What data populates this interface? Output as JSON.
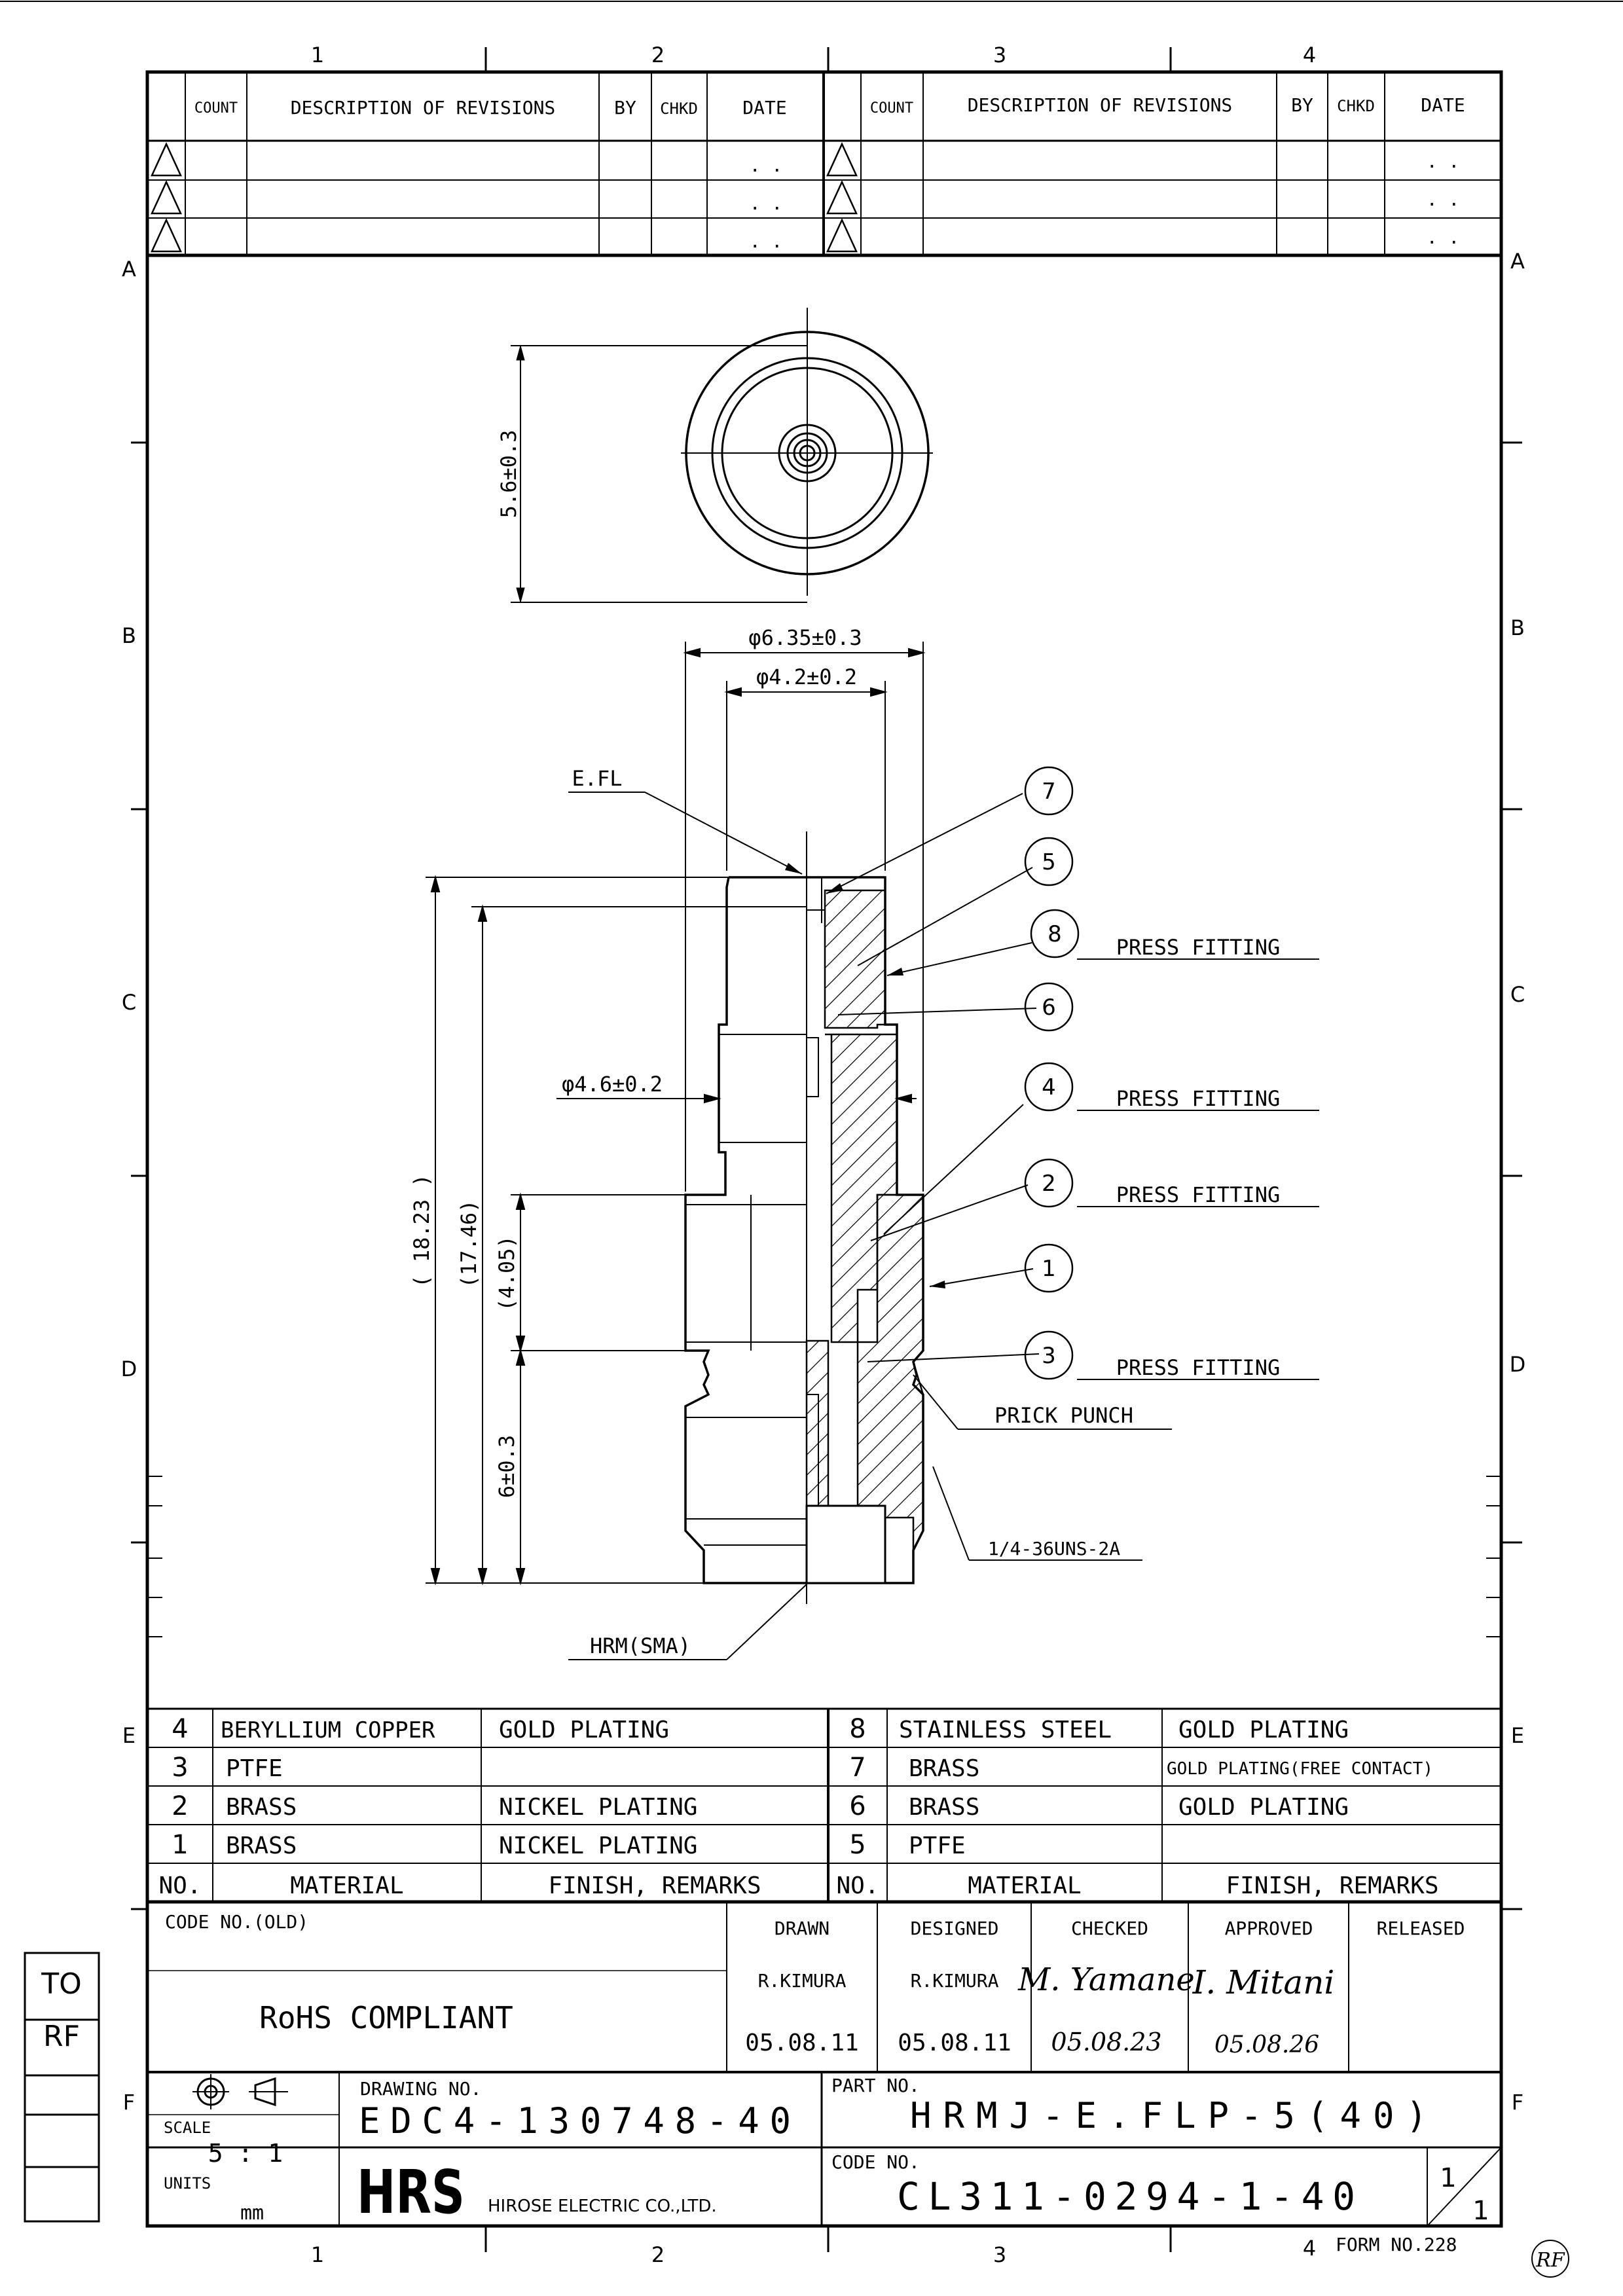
{
  "zone_cols": [
    "1",
    "2",
    "3",
    "4"
  ],
  "zone_rows": [
    "A",
    "B",
    "C",
    "D",
    "E",
    "F"
  ],
  "revisions": {
    "headers": [
      "COUNT",
      "DESCRIPTION OF REVISIONS",
      "BY",
      "CHKD",
      "DATE"
    ],
    "date_placeholder": ". ."
  },
  "drawing": {
    "dim_top_height": "5.6±0.3",
    "dim_outer_dia": "φ6.35±0.3",
    "dim_inner_dia": "φ4.2±0.2",
    "dim_mid_dia": "φ4.6±0.2",
    "dim_total": "( 18.23 )",
    "dim_body": "(17.46)",
    "dim_hex": "(4.05)",
    "dim_thread": "6±0.3",
    "label_efl": "E.FL",
    "label_hrm": "HRM(SMA)",
    "label_prick": "PRICK PUNCH",
    "label_thread": "1/4-36UNS-2A",
    "callouts": [
      {
        "num": "7",
        "note": ""
      },
      {
        "num": "5",
        "note": ""
      },
      {
        "num": "8",
        "note": "PRESS FITTING"
      },
      {
        "num": "6",
        "note": ""
      },
      {
        "num": "4",
        "note": "PRESS FITTING"
      },
      {
        "num": "2",
        "note": "PRESS FITTING"
      },
      {
        "num": "1",
        "note": ""
      },
      {
        "num": "3",
        "note": "PRESS FITTING"
      }
    ]
  },
  "materials": {
    "headers": {
      "no": "NO.",
      "material": "MATERIAL",
      "finish": "FINISH, REMARKS"
    },
    "left": [
      {
        "no": "4",
        "material": "BERYLLIUM COPPER",
        "finish": "GOLD PLATING"
      },
      {
        "no": "3",
        "material": "PTFE",
        "finish": ""
      },
      {
        "no": "2",
        "material": "BRASS",
        "finish": "NICKEL PLATING"
      },
      {
        "no": "1",
        "material": "BRASS",
        "finish": "NICKEL PLATING"
      }
    ],
    "right": [
      {
        "no": "8",
        "material": "STAINLESS STEEL",
        "finish": "GOLD PLATING"
      },
      {
        "no": "7",
        "material": "BRASS",
        "finish": "GOLD PLATING(FREE CONTACT)"
      },
      {
        "no": "6",
        "material": "BRASS",
        "finish": "GOLD PLATING"
      },
      {
        "no": "5",
        "material": "PTFE",
        "finish": ""
      }
    ]
  },
  "title_block": {
    "code_no_old_label": "CODE NO.(OLD)",
    "rohs": "RoHS COMPLIANT",
    "drawn_label": "DRAWN",
    "drawn_by": "R.KIMURA",
    "drawn_date": "05.08.11",
    "designed_label": "DESIGNED",
    "designed_by": "R.KIMURA",
    "designed_date": "05.08.11",
    "checked_label": "CHECKED",
    "checked_by": "M. Yamane",
    "checked_date": "05.08.23",
    "approved_label": "APPROVED",
    "approved_by": "I. Mitani",
    "approved_date": "05.08.26",
    "released_label": "RELEASED",
    "scale_label": "SCALE",
    "scale": "5 : 1",
    "units_label": "UNITS",
    "units": "mm",
    "drawing_no_label": "DRAWING NO.",
    "drawing_no": "EDC4-130748-40",
    "part_no_label": "PART NO.",
    "part_no": "HRMJ-E.FLP-5(40)",
    "code_no_label": "CODE NO.",
    "code_no": "CL311-0294-1-40",
    "sheet_top": "1",
    "sheet_bottom": "1",
    "logo": "HRS",
    "company": "HIROSE ELECTRIC CO.,LTD.",
    "form_no": "FORM NO.228"
  },
  "side_box": [
    "TO",
    "RF"
  ],
  "stamp": "RF"
}
